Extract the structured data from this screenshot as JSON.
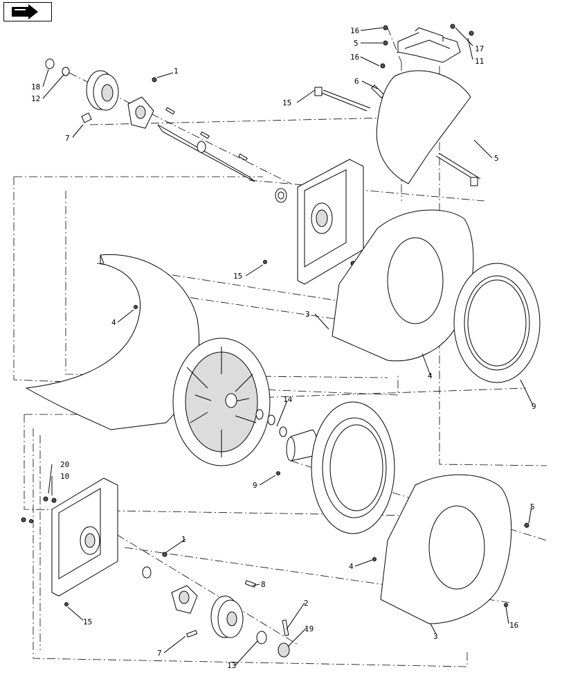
{
  "nav": {
    "icon": "back-arrow-icon"
  },
  "diagram": {
    "callouts": [
      {
        "id": "c16a",
        "text": "16"
      },
      {
        "id": "c5a",
        "text": "5"
      },
      {
        "id": "c16b",
        "text": "16"
      },
      {
        "id": "c17",
        "text": "17"
      },
      {
        "id": "c11",
        "text": "11"
      },
      {
        "id": "c6",
        "text": "6"
      },
      {
        "id": "c15a",
        "text": "15"
      },
      {
        "id": "c18",
        "text": "18"
      },
      {
        "id": "c12",
        "text": "12"
      },
      {
        "id": "c1a",
        "text": "1"
      },
      {
        "id": "c7a",
        "text": "7"
      },
      {
        "id": "c5b",
        "text": "5"
      },
      {
        "id": "c15b",
        "text": "15"
      },
      {
        "id": "c4a",
        "text": "4"
      },
      {
        "id": "c3a",
        "text": "3"
      },
      {
        "id": "c4b",
        "text": "4"
      },
      {
        "id": "c9a",
        "text": "9"
      },
      {
        "id": "c14",
        "text": "14"
      },
      {
        "id": "c9b",
        "text": "9"
      },
      {
        "id": "c20",
        "text": "20"
      },
      {
        "id": "c10",
        "text": "10"
      },
      {
        "id": "c1b",
        "text": "1"
      },
      {
        "id": "c5c",
        "text": "5"
      },
      {
        "id": "c4c",
        "text": "4"
      },
      {
        "id": "c8",
        "text": "8"
      },
      {
        "id": "c2",
        "text": "2"
      },
      {
        "id": "c15c",
        "text": "15"
      },
      {
        "id": "c19",
        "text": "19"
      },
      {
        "id": "c16c",
        "text": "16"
      },
      {
        "id": "c7b",
        "text": "7"
      },
      {
        "id": "c13",
        "text": "13"
      },
      {
        "id": "c3b",
        "text": "3"
      }
    ]
  }
}
